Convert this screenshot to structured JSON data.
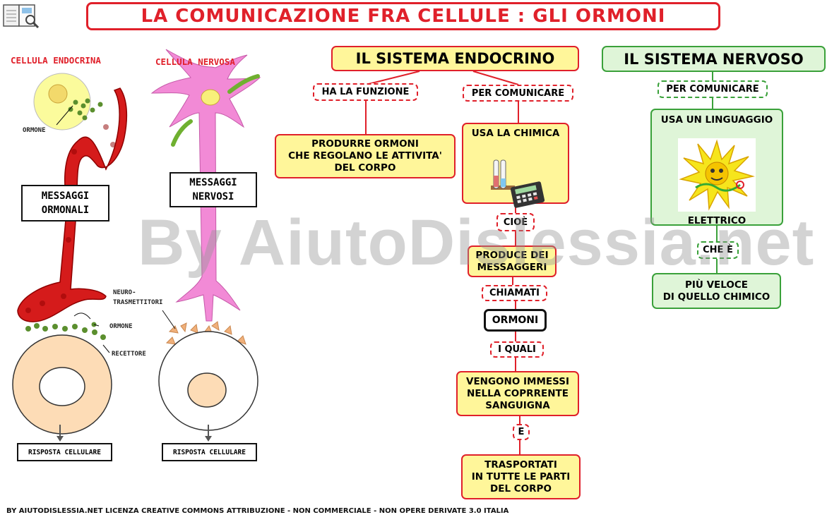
{
  "title": "LA COMUNICAZIONE FRA CELLULE : GLI ORMONI",
  "icons": {
    "logo": "book-magnifier-icon",
    "lab": "test-tubes-calculator-icon",
    "electric": "electric-spark-icon"
  },
  "colors": {
    "red": "#e0202a",
    "yellow": "#fff69a",
    "green": "#3aa13a",
    "light_green": "#dff5d8"
  },
  "illustration": {
    "endocrine_label": "CELLULA ENDOCRINA",
    "nerve_label": "CELLULA NERVOSA",
    "ormone_top": "ORMONE",
    "hormonal_messages": "MESSAGGI\nORMONALI",
    "nerve_messages": "MESSAGGI\nNERVOSI",
    "neurotransmitters": "NEURO-\nTRASMETTITORI",
    "ormone_bottom": "ORMONE",
    "recettore": "RECETTORE",
    "response_left": "RISPOSTA CELLULARE",
    "response_right": "RISPOSTA CELLULARE"
  },
  "endocrine": {
    "header": "IL SISTEMA ENDOCRINO",
    "link_function": "HA LA FUNZIONE",
    "link_communicate": "PER COMUNICARE",
    "function_box": "PRODURRE ORMONI\nCHE REGOLANO LE ATTIVITA'\nDEL CORPO",
    "chemistry_box": "USA LA CHIMICA",
    "link_cioe": "CIOÈ",
    "messengers_box": "PRODUCE DEI\nMESSAGGERI",
    "link_chiamati": "CHIAMATI",
    "ormoni_box": "ORMONI",
    "link_quali": "I QUALI",
    "immessi_box": "VENGONO IMMESSI\nNELLA COPRRENTE\nSANGUIGNA",
    "link_e": "E",
    "trasportati_box": "TRASPORTATI\nIN TUTTE LE PARTI\nDEL CORPO"
  },
  "nervous": {
    "header": "IL SISTEMA NERVOSO",
    "link_communicate": "PER COMUNICARE",
    "language_box_top": "USA UN LINGUAGGIO",
    "language_box_bottom": "ELETTRICO",
    "link_che_e": "CHE È",
    "faster_box": "PIÙ  VELOCE\nDI QUELLO CHIMICO"
  },
  "watermark": "By AiutoDislessia.net",
  "footer": "BY AIUTODISLESSIA.NET LICENZA CREATIVE COMMONS ATTRIBUZIONE - NON COMMERCIALE - NON OPERE DERIVATE 3.0 ITALIA"
}
